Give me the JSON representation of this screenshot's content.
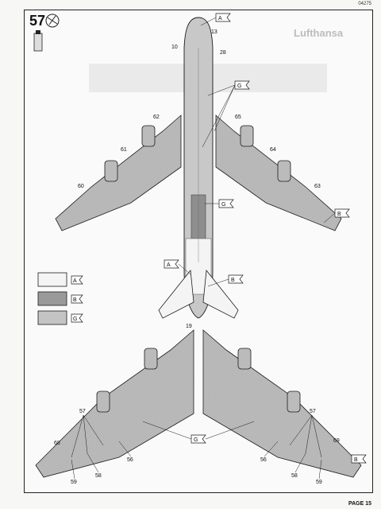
{
  "header": {
    "code": "04275",
    "step": "57",
    "page": "PAGE 15"
  },
  "background_text": {
    "brand": "Lufthansa"
  },
  "legend": [
    {
      "letter": "A",
      "color": "#f4f4f4"
    },
    {
      "letter": "B",
      "color": "#9a9a9a"
    },
    {
      "letter": "G",
      "color": "#c4c4c4"
    }
  ],
  "callouts": {
    "upper": [
      "10",
      "13",
      "28",
      "62",
      "65",
      "61",
      "64",
      "60",
      "63"
    ],
    "lower": [
      "19",
      "57",
      "57",
      "68",
      "69",
      "56",
      "56",
      "58",
      "58",
      "59",
      "59"
    ]
  },
  "flags": [
    "A",
    "G",
    "G",
    "A",
    "B",
    "B",
    "G",
    "B"
  ],
  "colors": {
    "line": "#1c1c1c",
    "grey_light": "#c4c4c4",
    "grey_dark": "#9a9a9a",
    "white_part": "#f4f4f4"
  }
}
